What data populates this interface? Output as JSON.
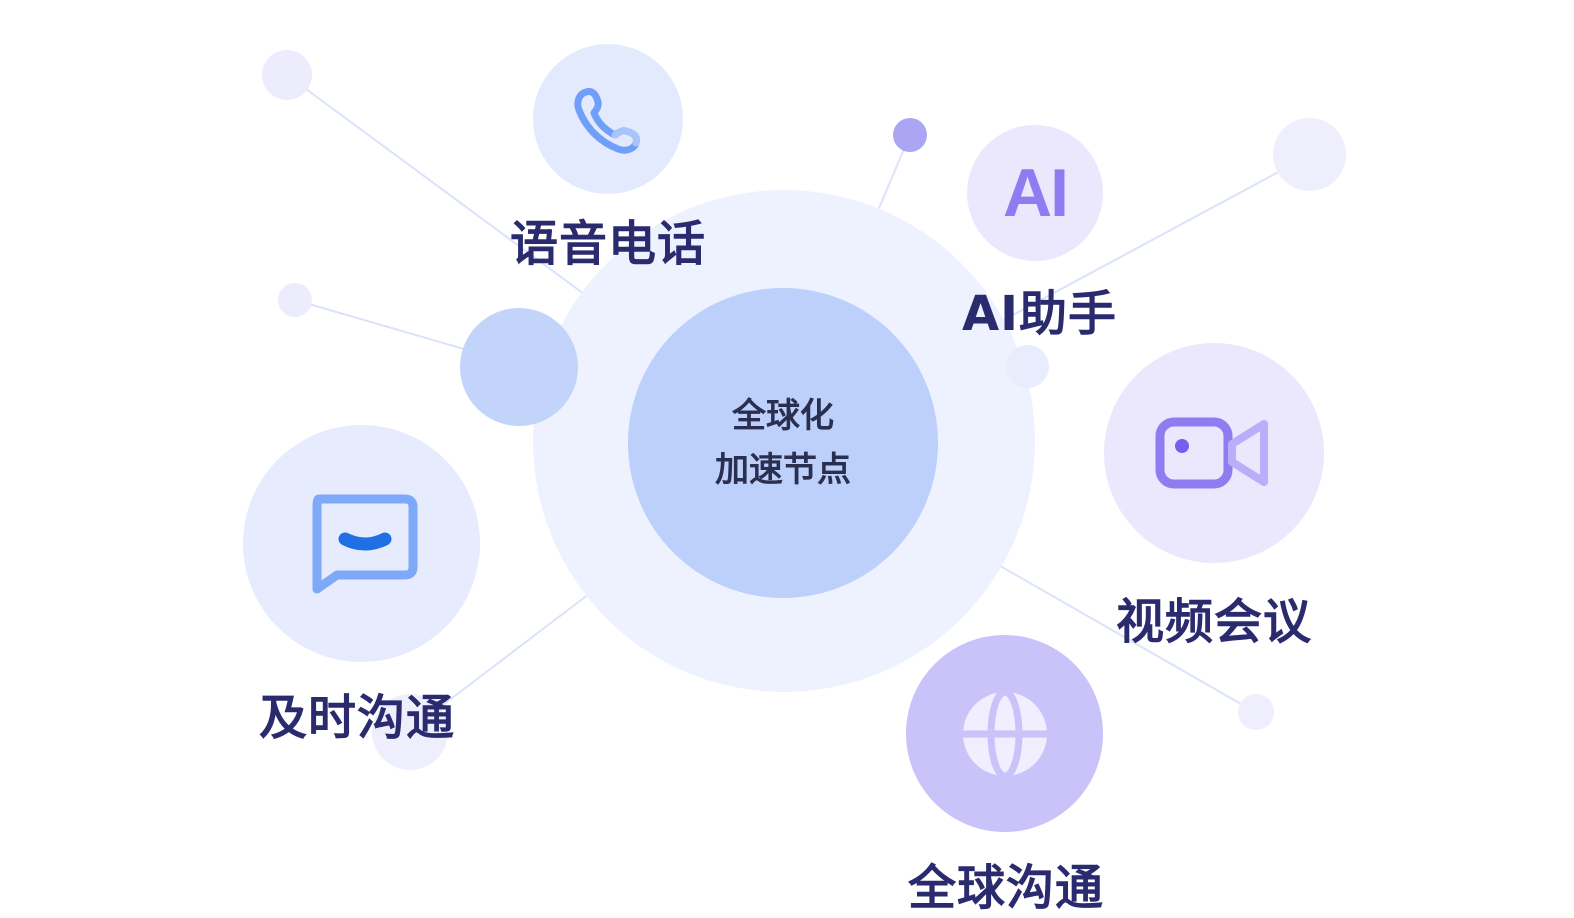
{
  "center": {
    "line1": "全球化",
    "line2": "加速节点"
  },
  "features": {
    "voice_call": {
      "label": "语音电话",
      "icon": "phone-icon"
    },
    "ai_assistant": {
      "label": "AI助手",
      "icon": "ai-icon",
      "icon_text": "AI"
    },
    "video_meeting": {
      "label": "视频会议",
      "icon": "video-camera-icon"
    },
    "instant_chat": {
      "label": "及时沟通",
      "icon": "chat-bubble-icon"
    },
    "global_comm": {
      "label": "全球沟通",
      "icon": "globe-icon"
    }
  },
  "colors": {
    "label_text": "#2a2a6e",
    "center_core": "#bcd0fb",
    "halo": "#eef2fe",
    "blue_accent": "#5b8ff9",
    "purple_accent": "#8f7cf0"
  }
}
